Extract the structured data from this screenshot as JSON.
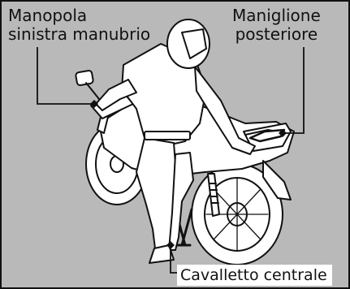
{
  "labels": {
    "handlebar_grip_line1": "Manopola",
    "handlebar_grip_line2": "sinistra manubrio",
    "grab_rail_line1": "Maniglione",
    "grab_rail_line2": "posteriore",
    "center_stand": "Cavalletto centrale"
  },
  "colors": {
    "background": "#b9b9b9",
    "outline": "#111111",
    "fill": "#ffffff"
  },
  "icons": [
    "leader-dot-icon"
  ]
}
